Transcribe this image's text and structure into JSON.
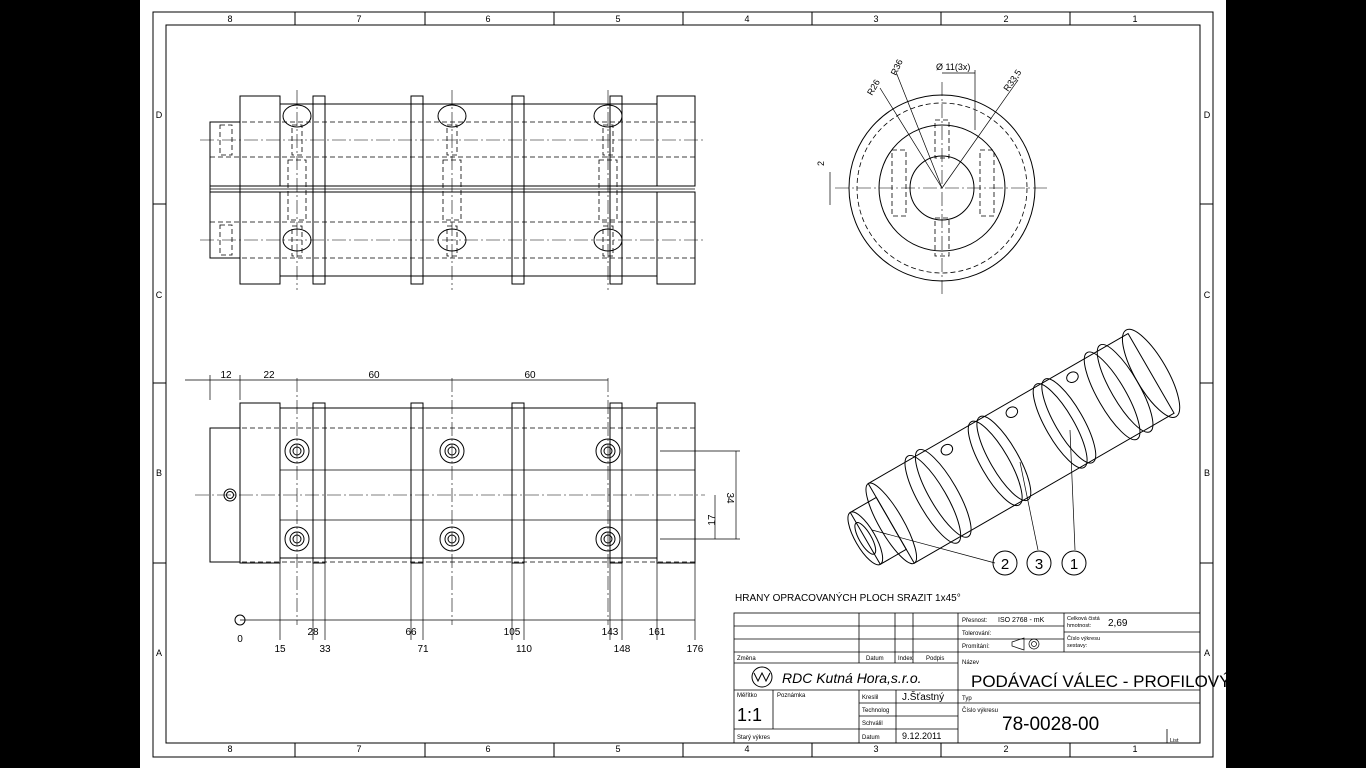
{
  "drawing": {
    "zone_columns_top": [
      "8",
      "7",
      "6",
      "5",
      "4",
      "3",
      "2",
      "1"
    ],
    "zone_rows": [
      "D",
      "C",
      "B",
      "A"
    ],
    "note": "HRANY OPRACOVANÝCH PLOCH SRAZIT 1x45°",
    "view_top_dims": {
      "d1": "Ø 11(3x)",
      "r1": "R36",
      "r2": "R26",
      "r3": "R33,5",
      "dim2": "2"
    },
    "plan_dims_top": [
      "12",
      "22",
      "60",
      "60"
    ],
    "plan_dims_side": [
      "17",
      "34"
    ],
    "ordinates_upper": [
      "0",
      "28",
      "66",
      "105",
      "143",
      "161"
    ],
    "ordinates_lower": [
      "15",
      "33",
      "71",
      "110",
      "148",
      "176"
    ],
    "balloons": [
      "2",
      "3",
      "1"
    ]
  },
  "title_block": {
    "tolerance_label": "Přesnost:",
    "tolerance_value": "ISO 2768 - mK",
    "tolerovani_label": "Tolerování:",
    "promitani_label": "Promítání:",
    "mass_label_1": "Celková čistá",
    "mass_label_2": "hmotnost:",
    "mass_value": "2,69",
    "assembly_label_1": "Číslo výkresu",
    "assembly_label_2": "sestavy:",
    "zmena_label": "Změna",
    "datum_label": "Datum",
    "index_label": "Index",
    "podpis_label": "Podpis",
    "nazev_label": "Název",
    "company": "RDC Kutná Hora,s.r.o.",
    "title": "PODÁVACÍ VÁLEC - PROFILOVÝ",
    "meritko_label": "Měřítko",
    "poznamka_label": "Poznámka",
    "scale": "1:1",
    "kreslil_label": "Kreslil",
    "kreslil_value": "J.Šťastný",
    "technolog_label": "Technolog",
    "schvalil_label": "Schválil",
    "datum2_label": "Datum",
    "date_value": "9.12.2011",
    "typ_label": "Typ",
    "cislo_label": "Číslo výkresu",
    "drawing_number": "78-0028-00",
    "stary_label": "Starý výkres",
    "list_label": "List"
  }
}
